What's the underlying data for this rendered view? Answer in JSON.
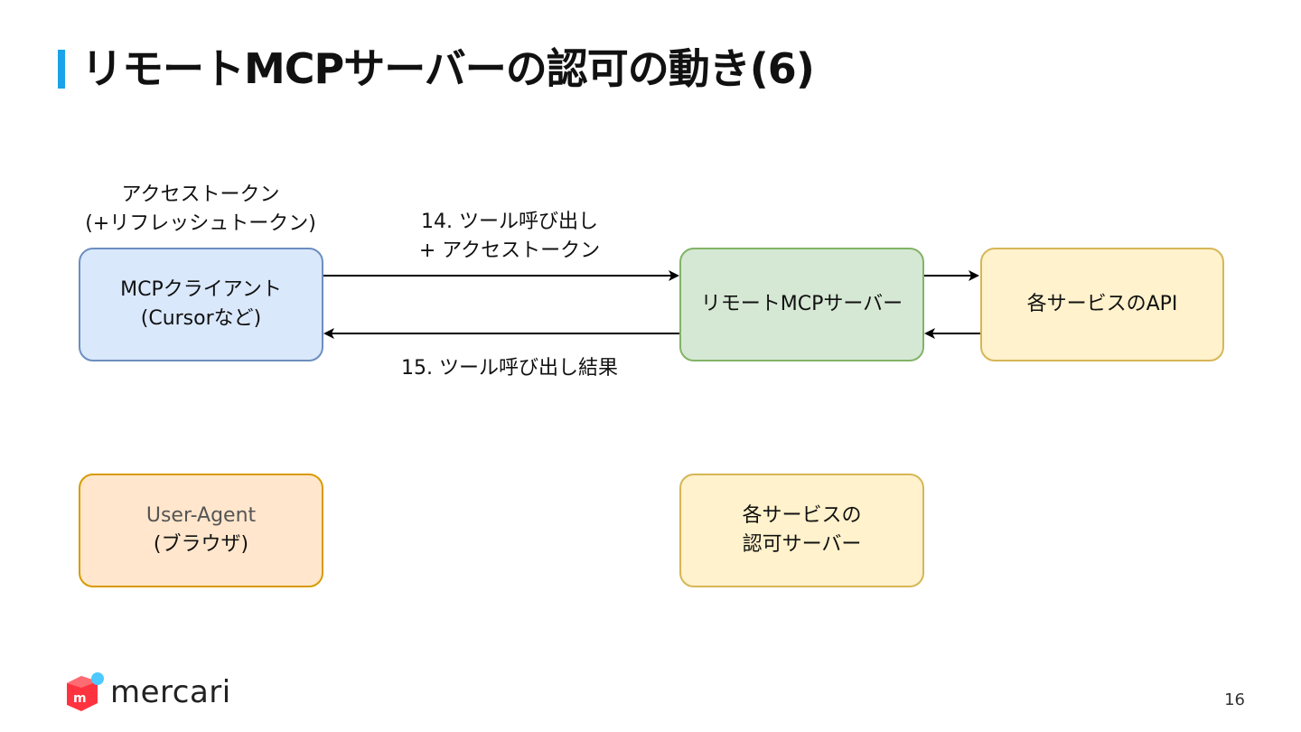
{
  "slide": {
    "title": "リモートMCPサーバーの認可の動き(6)",
    "accent_color": "#1aa3e8",
    "page_number": "16"
  },
  "diagram": {
    "nodes": {
      "mcp_client": {
        "line1": "MCPクライアント",
        "line2": "(Cursorなど)",
        "fill": "#dae8fc",
        "stroke": "#6c8ebf"
      },
      "remote_server": {
        "line1": "リモートMCPサーバー",
        "fill": "#d5e8d4",
        "stroke": "#82b366"
      },
      "service_api": {
        "line1": "各サービスのAPI",
        "fill": "#fff2cc",
        "stroke": "#d6b656"
      },
      "user_agent": {
        "line1": "User-Agent",
        "line2": "(ブラウザ)",
        "fill": "#ffe6cc",
        "stroke": "#d79b00"
      },
      "auth_server": {
        "line1": "各サービスの",
        "line2": "認可サーバー",
        "fill": "#fff2cc",
        "stroke": "#d6b656"
      }
    },
    "labels": {
      "token_line1": "アクセストークン",
      "token_line2": "(+リフレッシュトークン)",
      "step14_line1": "14. ツール呼び出し",
      "step14_line2": "+ アクセストークン",
      "step15": "15. ツール呼び出し結果"
    },
    "edges": [
      {
        "from": "mcp_client",
        "to": "remote_server",
        "label": "step14"
      },
      {
        "from": "remote_server",
        "to": "mcp_client",
        "label": "step15"
      },
      {
        "from": "remote_server",
        "to": "service_api"
      },
      {
        "from": "service_api",
        "to": "remote_server"
      }
    ]
  },
  "footer": {
    "logo_text": "mercari",
    "logo_red": "#ff333f",
    "logo_blue": "#4dc9ff"
  }
}
